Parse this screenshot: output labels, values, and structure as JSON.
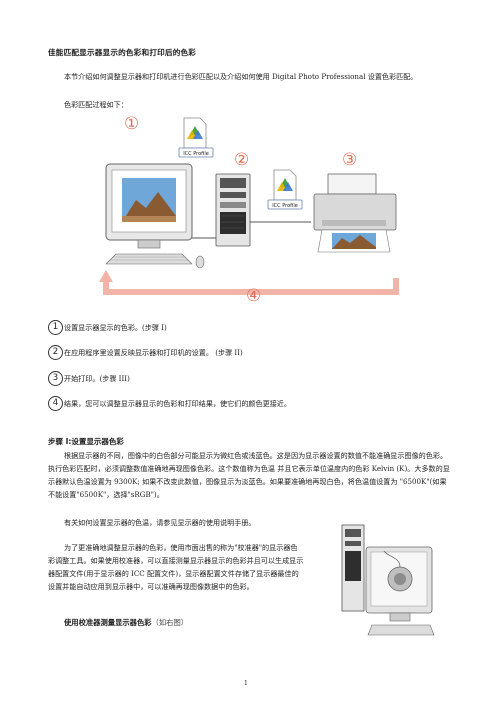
{
  "title": "佳能匹配显示器显示的色彩和打印后的色彩",
  "intro": "本节介绍如何调整显示器和打印机进行色彩匹配以及介绍如何使用 Digital Photo Professional 设置色彩匹配。",
  "flow_label": "色彩匹配过程如下：",
  "diagram": {
    "markers": [
      "①",
      "②",
      "③",
      "④"
    ],
    "icc_label": "ICC Profile"
  },
  "steps": [
    {
      "num": "1",
      "text": "设置显示器显示的色彩。(步骤 I)"
    },
    {
      "num": "2",
      "text": "在应用程序里设置反映显示器和打印机的设置。 (步骤 II)"
    },
    {
      "num": "3",
      "text": "开始打印。(步骤 III)"
    },
    {
      "num": "4",
      "text": "结果，您可以调整显示器显示的色彩和打印结果，使它们的颜色更接近。"
    }
  ],
  "section": {
    "title": "步骤 I:设置显示器色彩",
    "body": "根据显示器的不同，图像中的白色部分可能显示为微红色或浅蓝色。这是因为显示器设置的数值不能准确显示图像的色彩。执行色彩匹配时，必须调整数值准确地再现图像色彩。这个数值称为色温 并且它表示单位温度内的色彩 Kelvin (K)。大多数的显示器默认色温设置为 9300K; 如果不改变此数值，图像显示为淡蓝色。如果要准确地再现白色，将色温值设置为 \"6500K\"(如果不能设置\"6500K\"，选择\"sRGB\")。",
    "help": "有关如何设置显示器的色温，请参见显示器的使用说明手册。",
    "calib": "为了更准确地调整显示器的色彩，使用市面出售的称为\"校准器\"的显示器色彩调整工具。如果使用校准器，可以直接测量显示器显示的色彩并且可以生成显示器配置文件(用于显示器的 ICC 配置文件)，显示器配置文件存储了显示器最佳的设置并能自动应用到显示器中，可以准确再现图像数据中的色彩。",
    "sub_title": "使用校准器测量显示器色彩",
    "sub_note": "（如右图）"
  },
  "page_number": "1",
  "colors": {
    "marker": "#e0705c",
    "arrow": "#f2b4a6",
    "icc_border": "#6a7fb0"
  }
}
